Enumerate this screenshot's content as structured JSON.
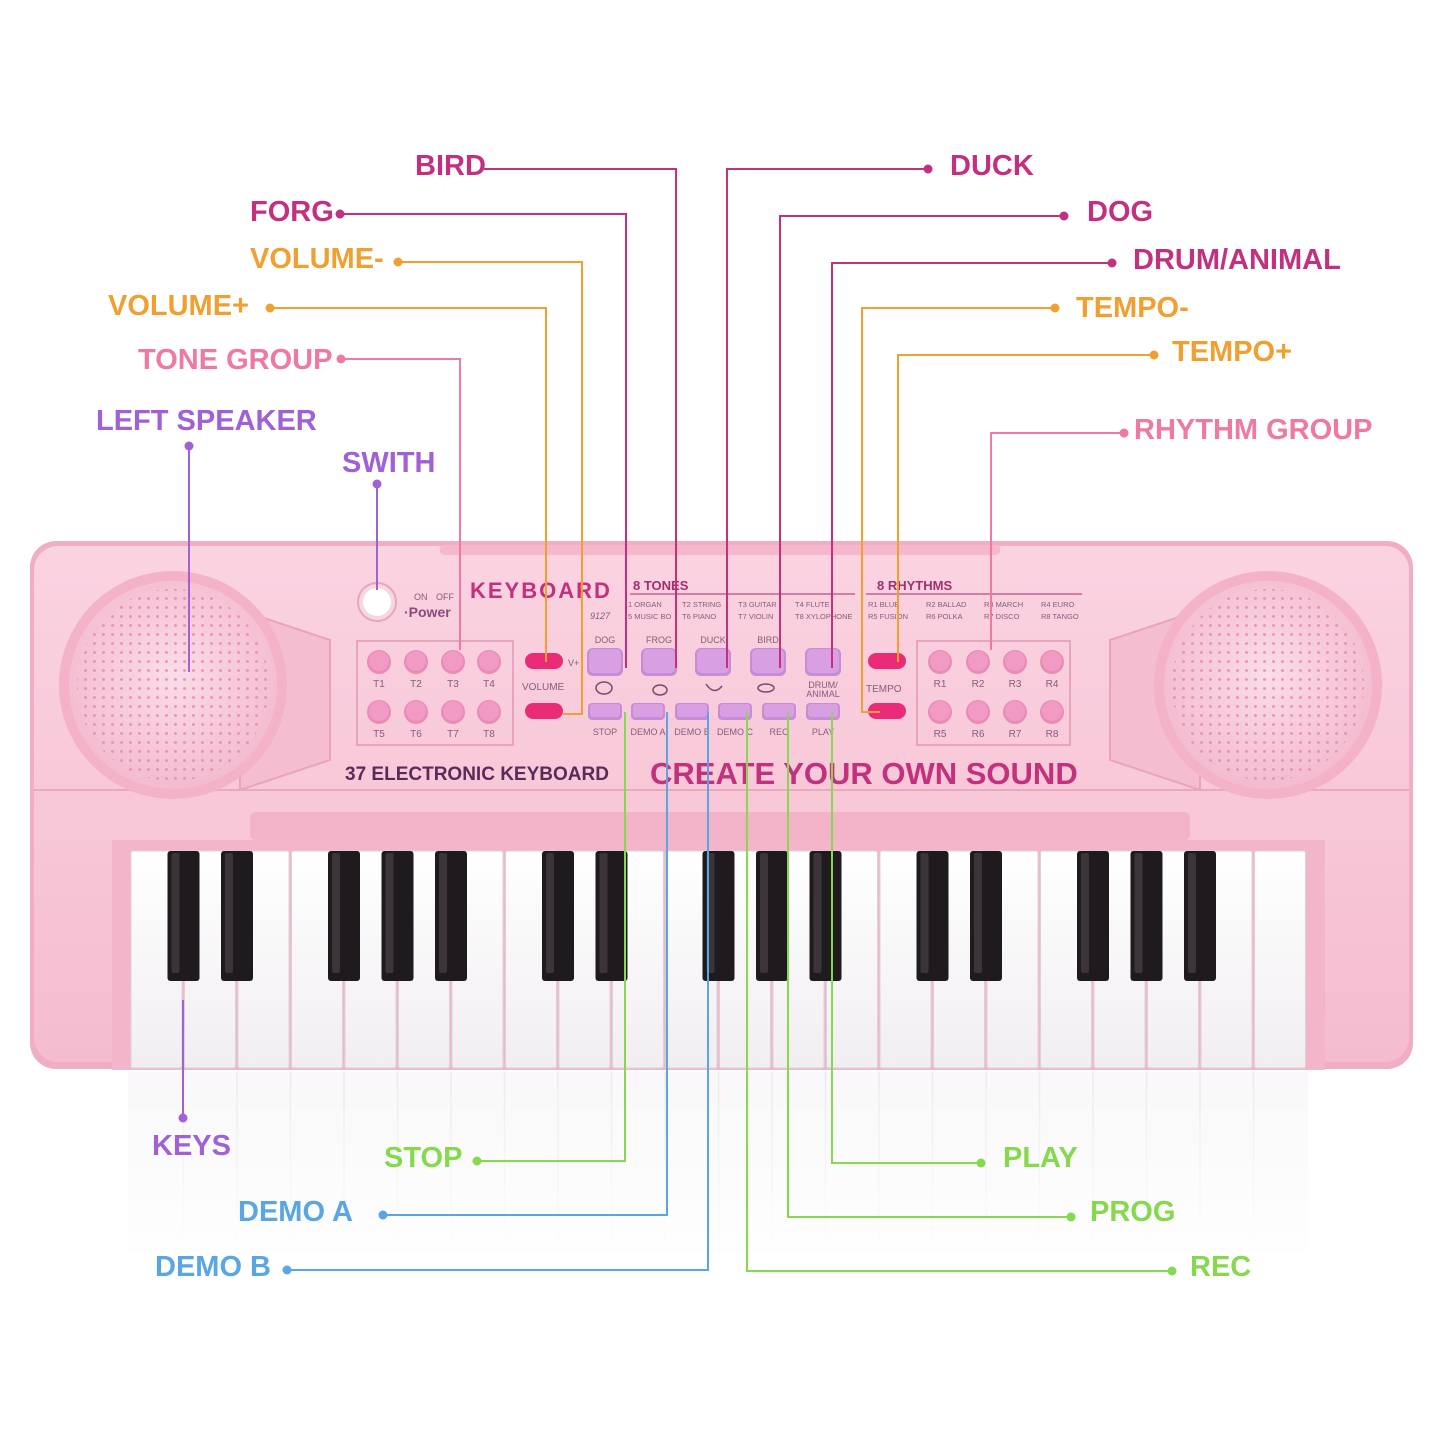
{
  "colors": {
    "magenta": "#c2307e",
    "orange": "#f0a030",
    "pink": "#ee7aa4",
    "purple": "#a060d6",
    "green": "#86d84e",
    "blue": "#5aa6e4",
    "body": "#f7c4d6",
    "buttonPink": "#f19ac4",
    "buttonLavender": "#d8a0e2",
    "buttonRed": "#ea2b78",
    "darkText": "#5b2b58"
  },
  "callouts": {
    "bird": "BIRD",
    "duck": "DUCK",
    "forg": "FORG",
    "dog": "DOG",
    "volume_minus": "VOLUME-",
    "drum_animal": "DRUM/ANIMAL",
    "volume_plus": "VOLUME+",
    "tempo_minus": "TEMPO-",
    "tone_group": "TONE GROUP",
    "tempo_plus": "TEMPO+",
    "left_speaker": "LEFT SPEAKER",
    "rhythm_group": "RHYTHM GROUP",
    "swith": "SWITH",
    "keys": "KEYS",
    "stop": "STOP",
    "play": "PLAY",
    "demo_a": "DEMO A",
    "prog": "PROG",
    "demo_b": "DEMO B",
    "rec": "REC"
  },
  "panel": {
    "brand": "KEYBOARD",
    "model": "9127",
    "power_on": "ON",
    "power_off": "OFF",
    "power_label": "·Power",
    "tones_header": "8 TONES",
    "tones_list": [
      "1 ORGAN",
      "T2 STRING",
      "T3 GUITAR",
      "T4 FLUTE",
      "5 MUSIC BO",
      "T6 PIANO",
      "T7 VIOLIN",
      "T8 XYLOPHONE"
    ],
    "rhythms_header": "8 RHYTHMS",
    "rhythms_list": [
      "R1 BLUE",
      "R2 BALLAD",
      "R3 MARCH",
      "R4 EURO",
      "R5 FUSION",
      "R6 POLKA",
      "R7 DISCO",
      "R8 TANGO"
    ],
    "tone_buttons": [
      "T1",
      "T2",
      "T3",
      "T4",
      "T5",
      "T6",
      "T7",
      "T8"
    ],
    "rhythm_buttons": [
      "R1",
      "R2",
      "R3",
      "R4",
      "R5",
      "R6",
      "R7",
      "R8"
    ],
    "volume_label": "VOLUME",
    "volume_plus_mark": "V+",
    "tempo_label": "TEMPO",
    "animal_buttons": [
      "DOG",
      "FROG",
      "DUCK",
      "BIRD",
      "DRUM/\nANIMAL"
    ],
    "function_buttons": [
      "STOP",
      "DEMO A",
      "DEMO B",
      "DEMO C",
      "REC",
      "PLAY"
    ],
    "left_caption": "37 ELECTRONIC KEYBOARD",
    "slogan": "CREATE YOUR OWN SOUND"
  },
  "keyboard": {
    "key_count": 37,
    "white_keys": 22,
    "black_keys": 15
  }
}
